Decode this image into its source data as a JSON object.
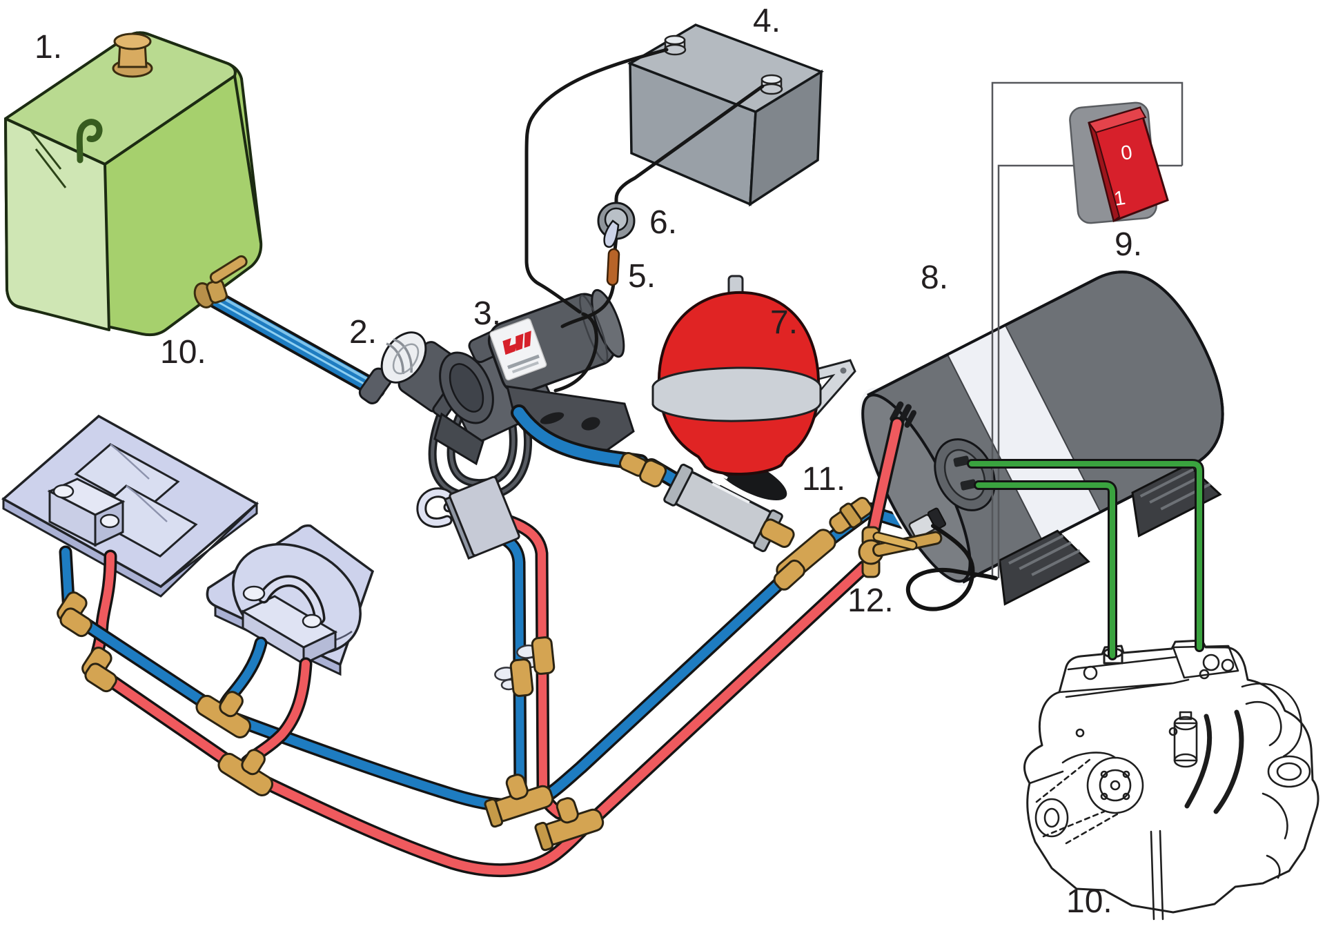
{
  "callouts": {
    "c1": "1.",
    "c2": "2.",
    "c3": "3.",
    "c4": "4.",
    "c5": "5.",
    "c6": "6.",
    "c7": "7.",
    "c8": "8.",
    "c9": "9.",
    "c10_tank": "10.",
    "c11": "11.",
    "c12": "12.",
    "c10_engine": "10."
  },
  "switch": {
    "off": "0",
    "on": "1"
  },
  "colors": {
    "ink": "#231f20",
    "cold": "#1e7cc1",
    "cold_hi": "#7fc3ea",
    "hot": "#ef5a5e",
    "brass": "#d4a452",
    "tank_top": "#b9da90",
    "tank_side": "#cfe6b4",
    "tank_front": "#a6d06d",
    "battery_top": "#b4bac0",
    "battery_front": "#99a0a7",
    "battery_side": "#80868c",
    "accumulator": "#e02424",
    "heater": "#6d7176",
    "heater_band": "#eef0f5",
    "counter": "#cdd2ec",
    "basin": "#d9def1",
    "switch_red": "#d7202b",
    "wire_green": "#3aa33f",
    "metal": "#c7cbd1",
    "pump": "#585c62"
  }
}
